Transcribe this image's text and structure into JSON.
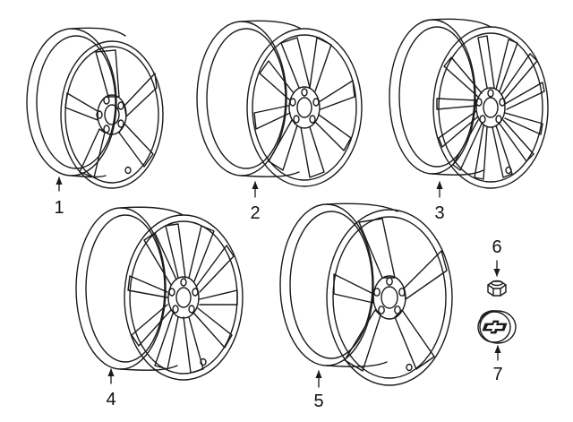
{
  "callouts": [
    {
      "number": "1",
      "part": "wheel"
    },
    {
      "number": "2",
      "part": "wheel"
    },
    {
      "number": "3",
      "part": "wheel"
    },
    {
      "number": "4",
      "part": "wheel"
    },
    {
      "number": "5",
      "part": "wheel"
    },
    {
      "number": "6",
      "part": "lug-nut"
    },
    {
      "number": "7",
      "part": "center-cap"
    }
  ],
  "colors": {
    "line": "#1a1a1a",
    "background": "#ffffff"
  },
  "icons": {
    "center_cap_emblem": "bowtie-emblem-icon"
  }
}
